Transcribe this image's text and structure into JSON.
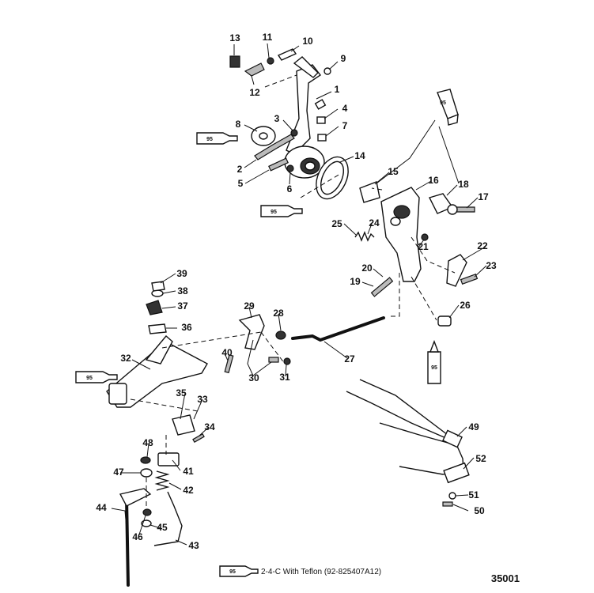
{
  "diagram": {
    "figure_number": "35001",
    "legend": {
      "tube_label": "95",
      "text": "2-4-C With Teflon (92-825407A12)"
    },
    "tube_labels": [
      "95",
      "95",
      "95",
      "95",
      "95"
    ],
    "callouts": [
      "1",
      "2",
      "3",
      "4",
      "5",
      "6",
      "7",
      "8",
      "9",
      "10",
      "11",
      "12",
      "13",
      "14",
      "15",
      "16",
      "17",
      "18",
      "19",
      "20",
      "21",
      "22",
      "23",
      "24",
      "25",
      "26",
      "27",
      "28",
      "29",
      "30",
      "31",
      "32",
      "33",
      "34",
      "35",
      "36",
      "37",
      "38",
      "39",
      "40",
      "41",
      "42",
      "43",
      "44",
      "45",
      "46",
      "47",
      "48",
      "49",
      "50",
      "51",
      "52"
    ]
  }
}
